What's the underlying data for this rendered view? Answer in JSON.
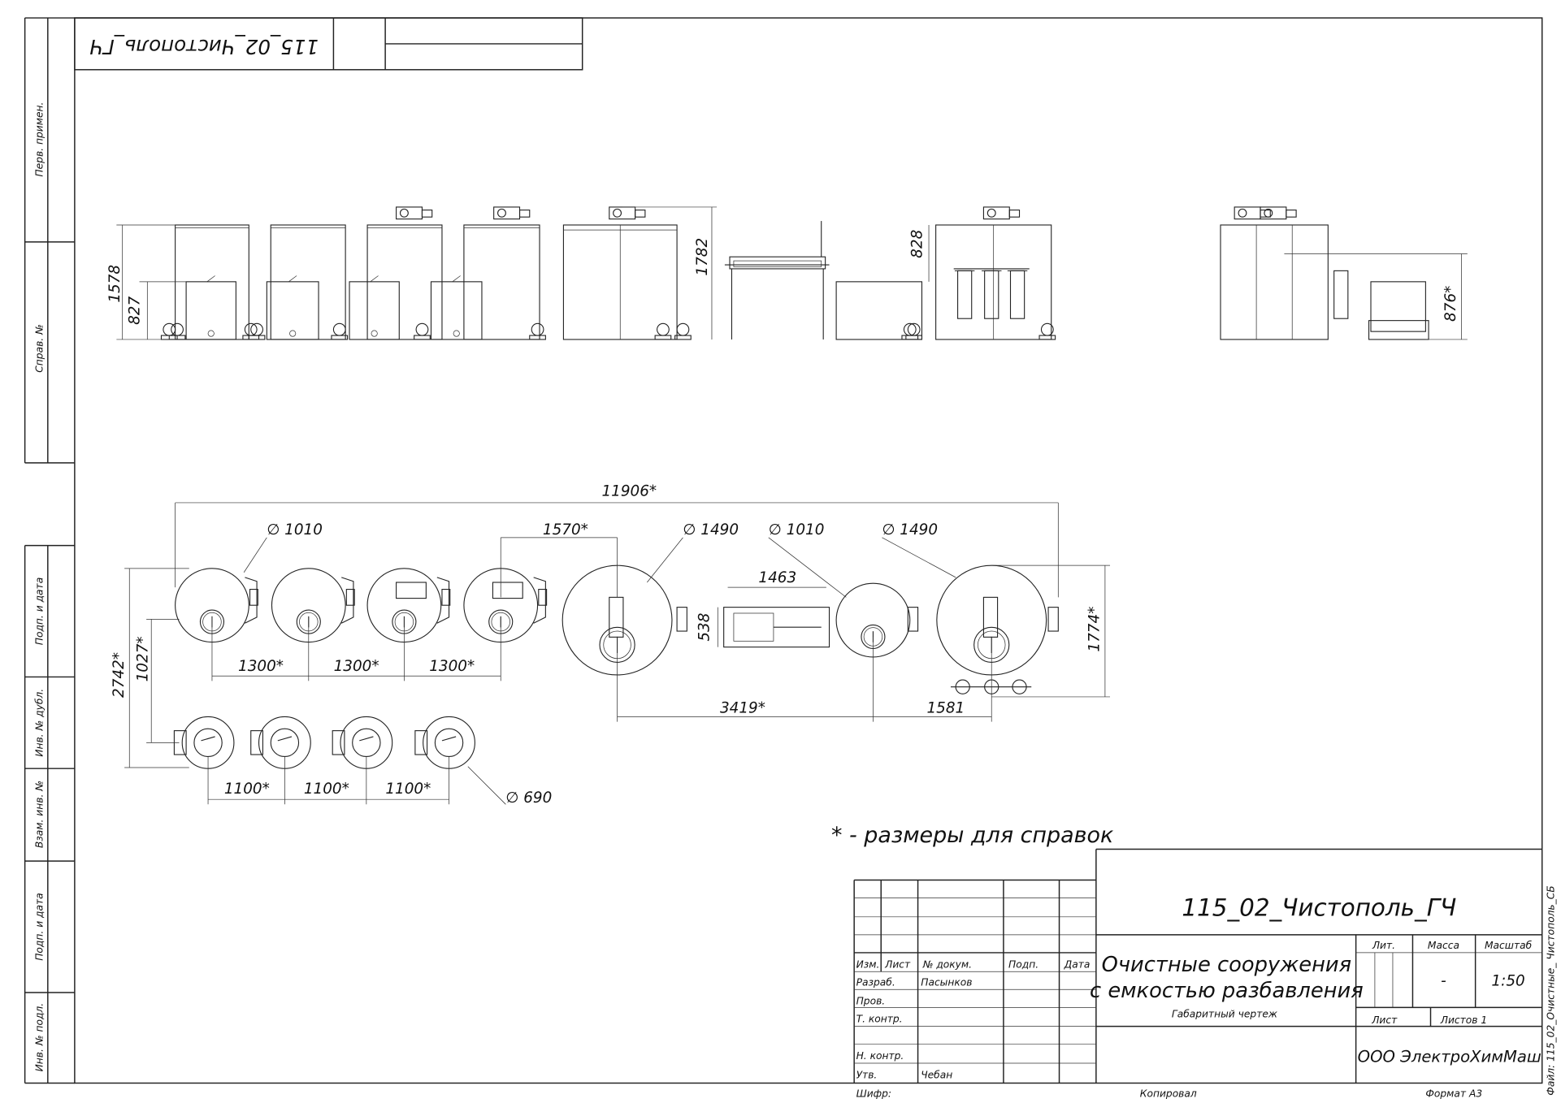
{
  "document": {
    "code": "115_02_Чистополь_ГЧ",
    "code_upside_down": "115_02_Чистополь_ГЧ",
    "title_line1": "Очистные сооружения",
    "title_line2": "с емкостью разбавления",
    "doc_type": "Габаритный чертеж",
    "company": "ООО ЭлектроХимМаш",
    "mass": "-",
    "scale": "1:50",
    "sheets": "Листов 1",
    "file_label": "Файл: 115_02_Очистные_ Чистополь_СБ"
  },
  "title_block": {
    "lit": "Лит.",
    "massa": "Масса",
    "masshtab": "Масштаб",
    "list": "Лист",
    "izm": "Изм.",
    "list_col": "Лист",
    "doc_no": "№ докум.",
    "podp": "Подп.",
    "data": "Дата",
    "razrab": "Разраб.",
    "razrab_name": "Пасынков",
    "prov": "Пров.",
    "t_kontr": "Т. контр.",
    "n_kontr": "Н. контр.",
    "utv": "Утв.",
    "utv_name": "Чебан",
    "shifr": "Шифр:",
    "kopiroval": "Копировал",
    "format": "Формат А3"
  },
  "margin_labels": [
    "Перв. примен.",
    "Справ. №",
    "Подп. и дата",
    "Инв. № дубл.",
    "Взам. инв. №",
    "Подп. и дата",
    "Инв. № подл."
  ],
  "dimensions": {
    "d1578": "1578",
    "d827": "827",
    "d1782": "1782",
    "d828": "828",
    "d876": "876*",
    "d11906": "11906*",
    "d1570": "1570*",
    "phi1010_a": "∅ 1010",
    "phi1490_a": "∅ 1490",
    "phi1010_b": "∅ 1010",
    "phi1490_b": "∅ 1490",
    "d1463": "1463",
    "d538": "538",
    "d1774": "1774*",
    "d2742": "2742*",
    "d1027": "1027*",
    "d1300_a": "1300*",
    "d1300_b": "1300*",
    "d1300_c": "1300*",
    "d3419": "3419*",
    "d1581": "1581",
    "d1100_a": "1100*",
    "d1100_b": "1100*",
    "d1100_c": "1100*",
    "phi690": "∅ 690"
  },
  "note": "* - размеры для справок"
}
